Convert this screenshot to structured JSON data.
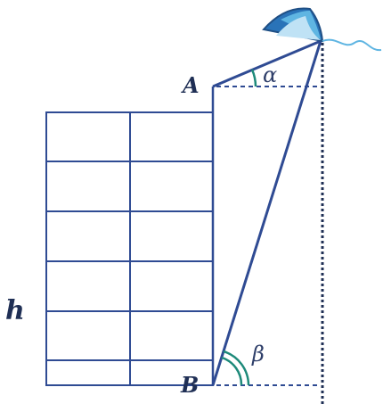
{
  "labels": {
    "point_a": "A",
    "point_b": "B",
    "angle_alpha": "α",
    "angle_beta": "β",
    "height": "h"
  },
  "building": {
    "columns": 2,
    "floors": 6
  },
  "colors": {
    "line": "#2f4b93",
    "grid": "#2f4b93",
    "text": "#1f2f55",
    "angle_arc": "#1e8a7a",
    "kite_dark": "#2a73b8",
    "kite_light": "#5fb5e2",
    "kite_pale": "#bfe2f5",
    "kite_tail": "#5fb5e2"
  },
  "icons": {
    "kite": "kite-icon"
  }
}
